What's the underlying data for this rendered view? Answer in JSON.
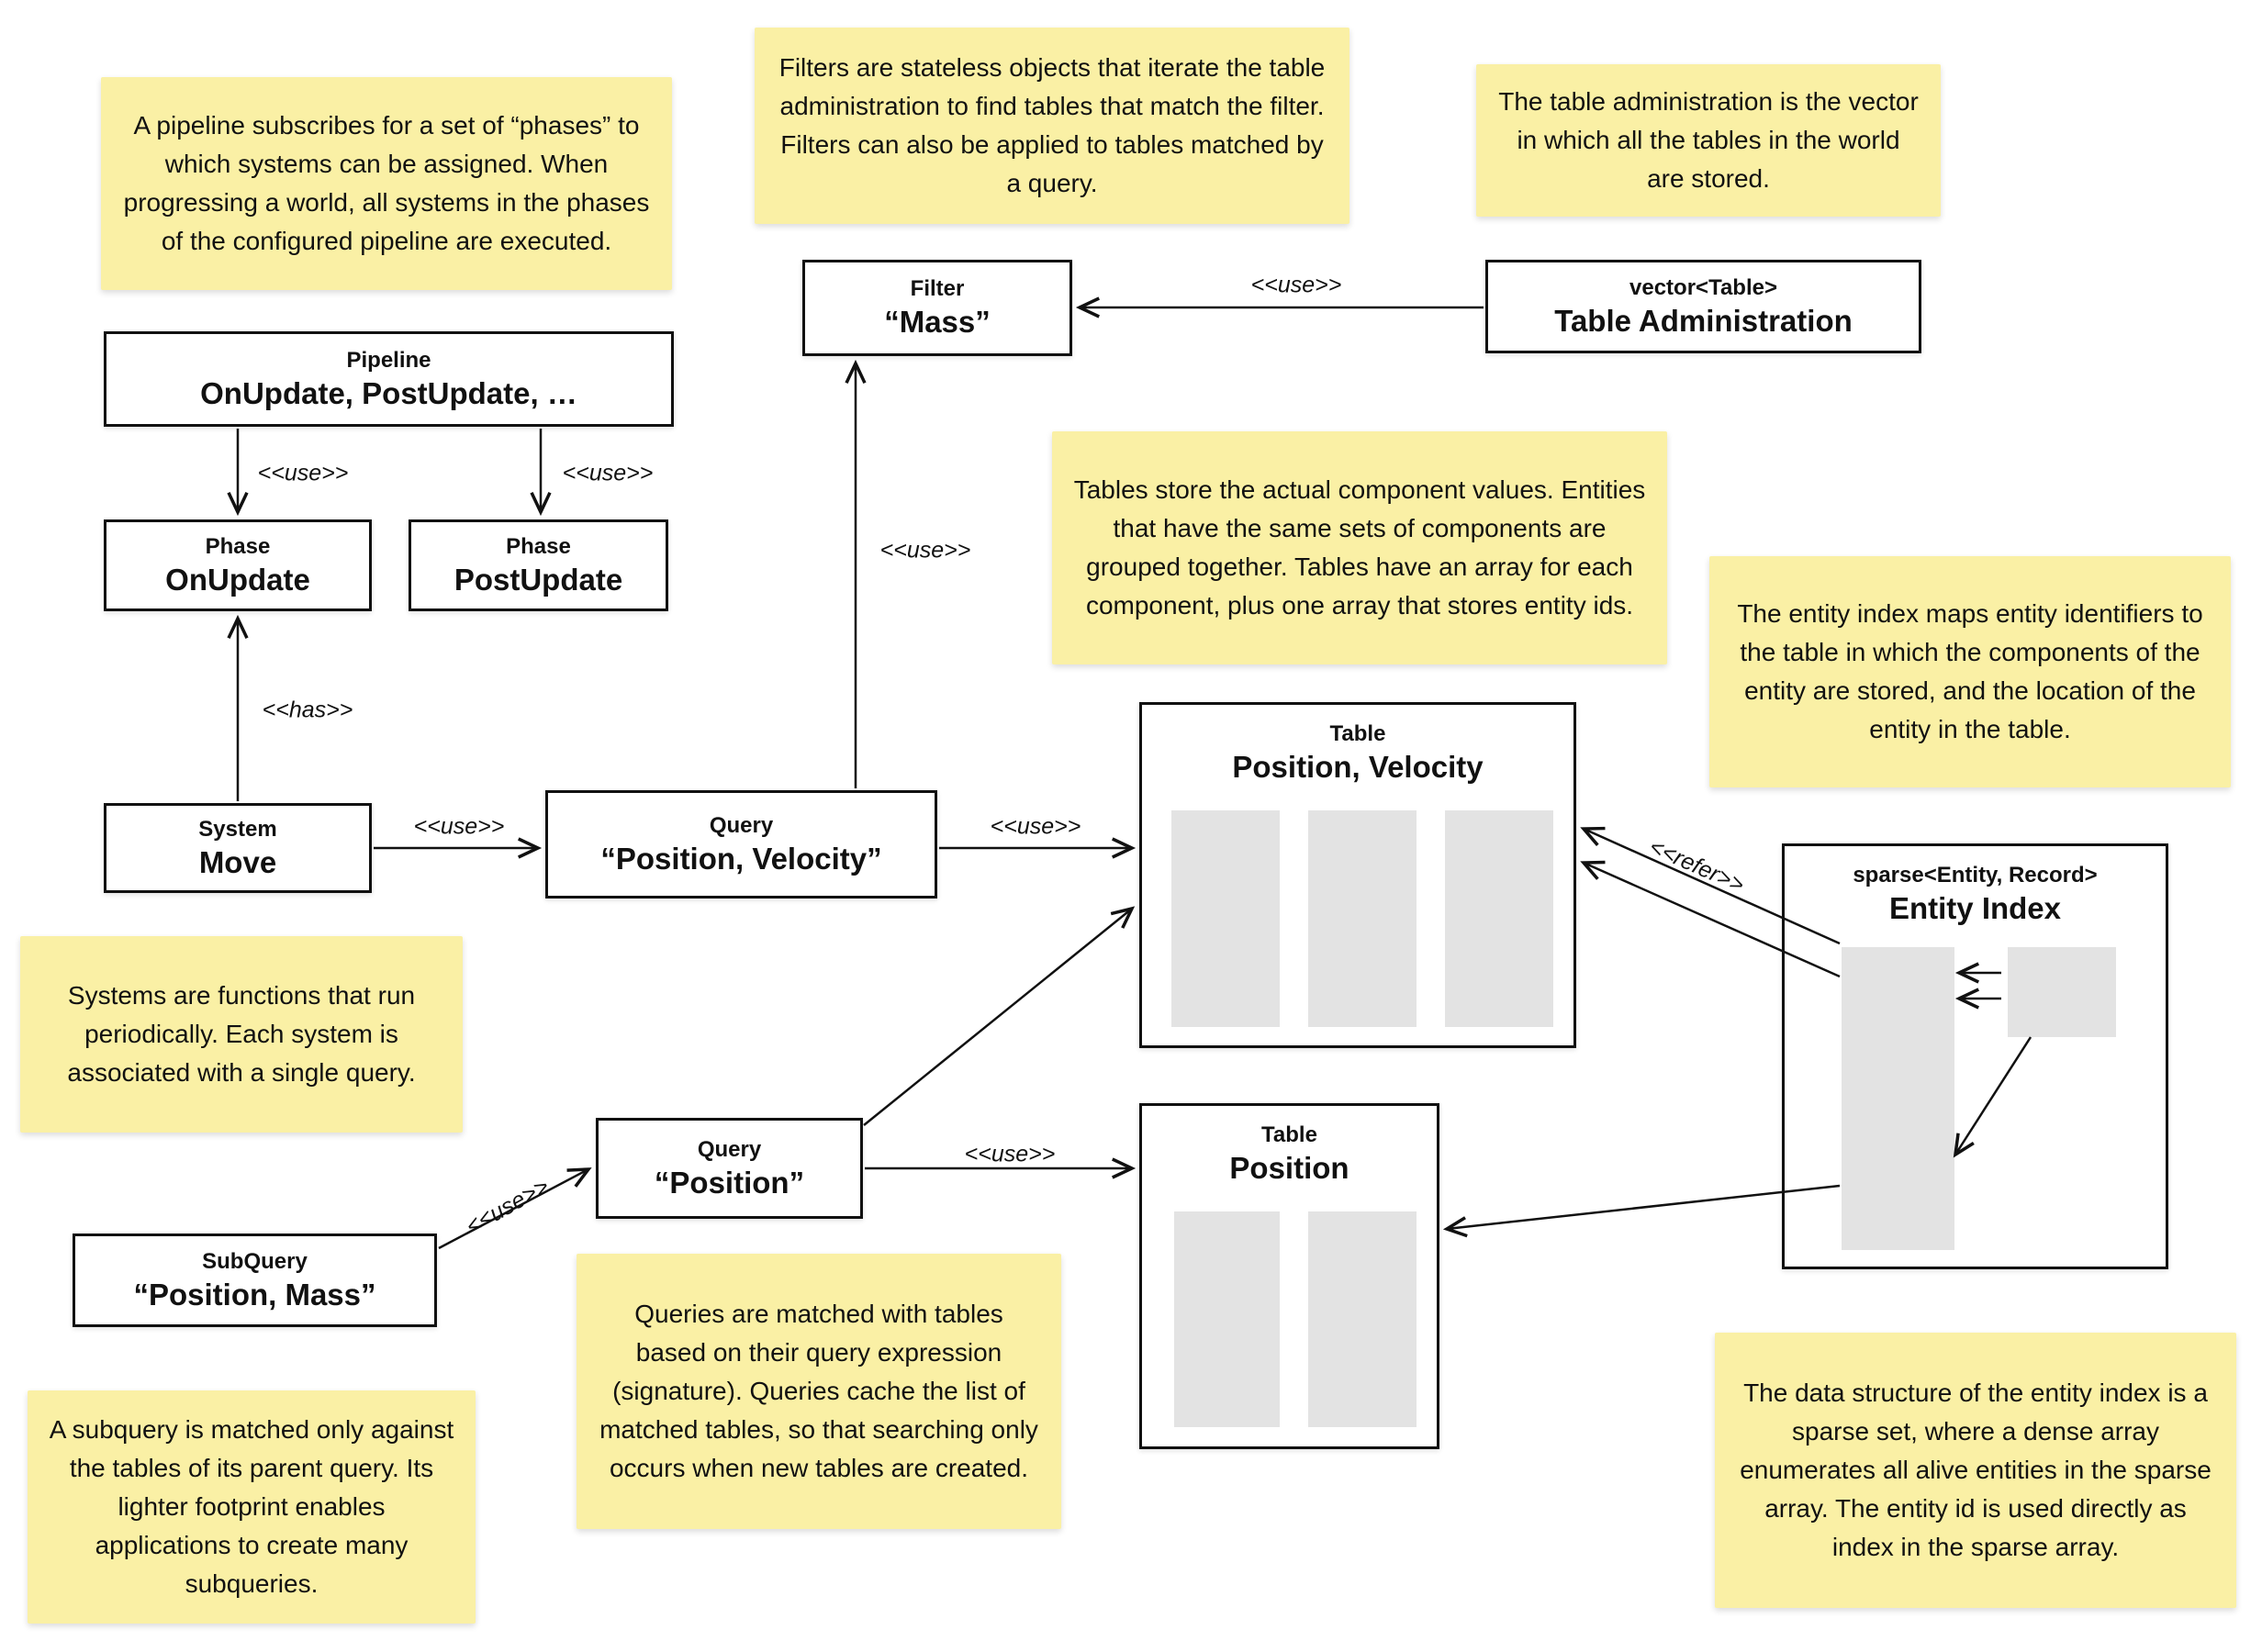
{
  "notes": {
    "pipeline": "A pipeline subscribes for a set of “phases” to which systems can be assigned. When progressing a world, all systems in the phases of the configured pipeline are executed.",
    "filters": "Filters are stateless objects that iterate the table administration to find tables that match the filter. Filters can also be applied to tables matched by a query.",
    "table_admin": "The table administration is the vector in which all the tables in the world are stored.",
    "tables": "Tables store the actual component values. Entities that have the same sets of components are grouped together. Tables have an array for each component, plus one array that stores entity ids.",
    "entity_index": "The entity index maps entity identifiers to the table in which the components of the entity are stored, and the location of the entity in the table.",
    "systems": "Systems are functions that run periodically. Each system is associated with a single query.",
    "subquery": "A subquery is matched only against the tables of its parent query. Its lighter footprint enables applications to create many subqueries.",
    "queries": "Queries are matched with tables based on their query expression (signature). Queries cache the list of matched tables, so that searching only occurs when new tables are created.",
    "sparse_set": "The data structure of the entity index is a sparse set, where a dense array enumerates all alive entities in the sparse array. The entity id is used directly as index in the sparse array."
  },
  "nodes": {
    "pipeline": {
      "type": "Pipeline",
      "name": "OnUpdate, PostUpdate, …"
    },
    "phase_onupdate": {
      "type": "Phase",
      "name": "OnUpdate"
    },
    "phase_postupdate": {
      "type": "Phase",
      "name": "PostUpdate"
    },
    "system_move": {
      "type": "System",
      "name": "Move"
    },
    "query_pos_vel": {
      "type": "Query",
      "name": "“Position, Velocity”"
    },
    "filter_mass": {
      "type": "Filter",
      "name": "“Mass”"
    },
    "table_admin": {
      "type": "vector<Table>",
      "name": "Table Administration"
    },
    "table_pos_vel": {
      "type": "Table",
      "name": "Position, Velocity"
    },
    "table_pos": {
      "type": "Table",
      "name": "Position"
    },
    "query_pos": {
      "type": "Query",
      "name": "“Position”"
    },
    "subquery": {
      "type": "SubQuery",
      "name": "“Position, Mass”"
    },
    "entity_index": {
      "type": "sparse<Entity, Record>",
      "name": "Entity Index"
    }
  },
  "edge_labels": {
    "use": "<<use>>",
    "has": "<<has>>",
    "refer": "<<refer>>"
  },
  "colors": {
    "note_bg": "#FAF0A5",
    "node_border": "#111111",
    "node_bg": "#FFFFFF",
    "array_fill": "#E3E3E3",
    "canvas_bg": "#FFFFFF"
  }
}
